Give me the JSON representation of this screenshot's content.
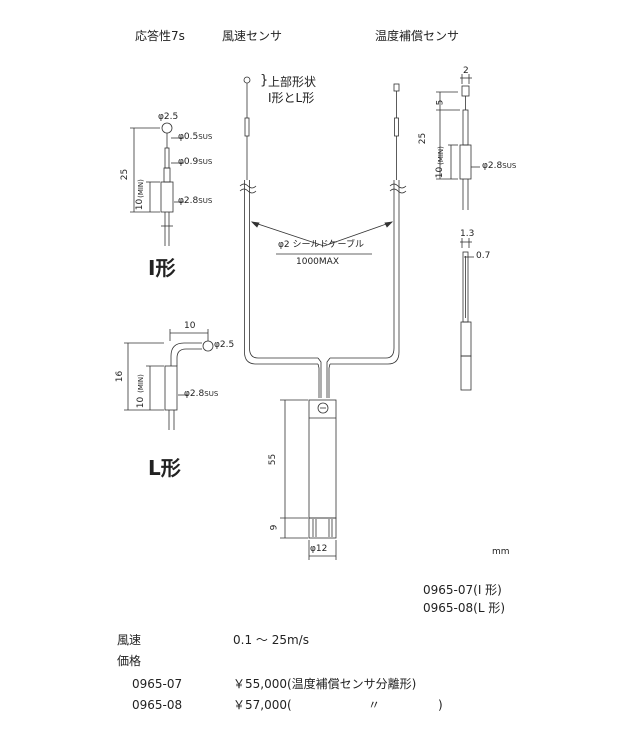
{
  "headers": {
    "response": "応答性7s",
    "wind_sensor": "風速センサ",
    "temp_sensor": "温度補償センサ"
  },
  "top_shape_note": {
    "line1": "上部形状",
    "line2": "I形とL形"
  },
  "i_type": {
    "title": "I形",
    "dia_ball": "φ2.5",
    "dia_wire": "φ0.5",
    "dia_wire2": "φ0.9",
    "dia_body": "φ2.8",
    "sus": "SUS",
    "len_25": "25",
    "len_10min": "10",
    "min": "(MIN)"
  },
  "l_type": {
    "title": "L形",
    "len_10": "10",
    "dia_ball": "φ2.5",
    "len_16": "16",
    "len_10min": "10",
    "min": "(MIN)",
    "dia_body": "φ2.8",
    "sus": "SUS"
  },
  "cable": {
    "line1": "φ2 シールドケーブル",
    "line2": "1000MAX"
  },
  "housing": {
    "len_55": "55",
    "len_9": "9",
    "dia_12": "φ12"
  },
  "temp_sensor_dims": {
    "w_2": "2",
    "len_5": "5",
    "len_25": "25",
    "len_10min": "10",
    "min": "(MIN)",
    "dia_body": "φ2.8",
    "sus": "SUS",
    "w_1_3": "1.3",
    "w_0_7": "0.7"
  },
  "unit": "mm",
  "models": {
    "m1": "0965-07(I 形)",
    "m2": "0965-08(L 形)"
  },
  "specs": {
    "wind_label": "風速",
    "wind_value": "0.1 ～ 25m/s",
    "price_label": "価格",
    "p1_model": "0965-07",
    "p1_price": "￥55,000(温度補償センサ分離形)",
    "p2_model": "0965-08",
    "p2_price": "￥57,000(",
    "p2_ditto": "〃",
    "p2_close": ")"
  }
}
